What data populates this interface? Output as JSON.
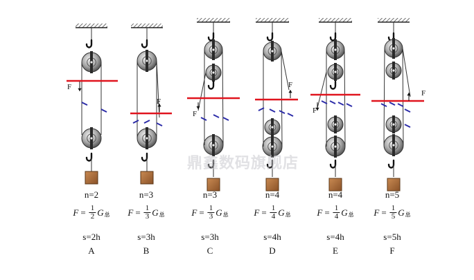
{
  "watermark": "鼎鑫数码旗舰店",
  "force_label": "F",
  "systems": [
    {
      "letter": "A",
      "n_label": "n=2",
      "s_label": "s=2h",
      "formula": {
        "lhs": "F",
        "eq": "=",
        "num": "1",
        "den": "2",
        "g": "G",
        "sub": "总"
      }
    },
    {
      "letter": "B",
      "n_label": "n=3",
      "s_label": "s=3h",
      "formula": {
        "lhs": "F",
        "eq": "=",
        "num": "1",
        "den": "3",
        "g": "G",
        "sub": "总"
      }
    },
    {
      "letter": "C",
      "n_label": "n=3",
      "s_label": "s=3h",
      "formula": {
        "lhs": "F",
        "eq": "=",
        "num": "1",
        "den": "3",
        "g": "G",
        "sub": "总"
      }
    },
    {
      "letter": "D",
      "n_label": "n=4",
      "s_label": "s=4h",
      "formula": {
        "lhs": "F",
        "eq": "=",
        "num": "1",
        "den": "4",
        "g": "G",
        "sub": "总"
      }
    },
    {
      "letter": "E",
      "n_label": "n=4",
      "s_label": "s=4h",
      "formula": {
        "lhs": "F",
        "eq": "=",
        "num": "1",
        "den": "4",
        "g": "G",
        "sub": "总"
      }
    },
    {
      "letter": "F",
      "n_label": "n=5",
      "s_label": "s=5h",
      "formula": {
        "lhs": "F",
        "eq": "=",
        "num": "1",
        "den": "5",
        "g": "G",
        "sub": "总"
      }
    }
  ],
  "colors": {
    "cut_line": "#e0141e",
    "dash_marks": "#2b2ba8",
    "block": "#a0683a",
    "pulley": "#8a8a8a",
    "rope": "#333333"
  }
}
